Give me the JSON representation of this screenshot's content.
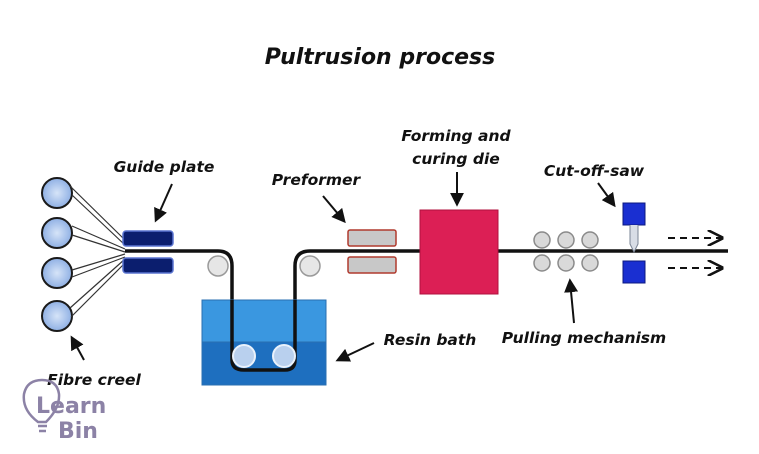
{
  "title": "Pultrusion process",
  "labels": {
    "guide_plate": "Guide plate",
    "preformer": "Preformer",
    "forming_line1": "Forming and",
    "forming_line2": "curing die",
    "cut_off_saw": "Cut-off-saw",
    "resin_bath": "Resin bath",
    "pulling_mechanism": "Pulling mechanism",
    "fibre_creel": "Fibre creel"
  },
  "logo": {
    "line1": "Learn",
    "line2": "Bin"
  },
  "colors": {
    "creel_roll": "#a9c4ec",
    "guide_plate": "#0b1e6e",
    "preformer": "#c8c8c8",
    "preformer_border": "#b03a2e",
    "die": "#dc1f55",
    "bath_top": "#3a97e0",
    "bath_bottom": "#1e6fbf",
    "saw_block": "#1a2fd1",
    "roller": "#d9d9d9",
    "logo": "#8c82a6"
  }
}
